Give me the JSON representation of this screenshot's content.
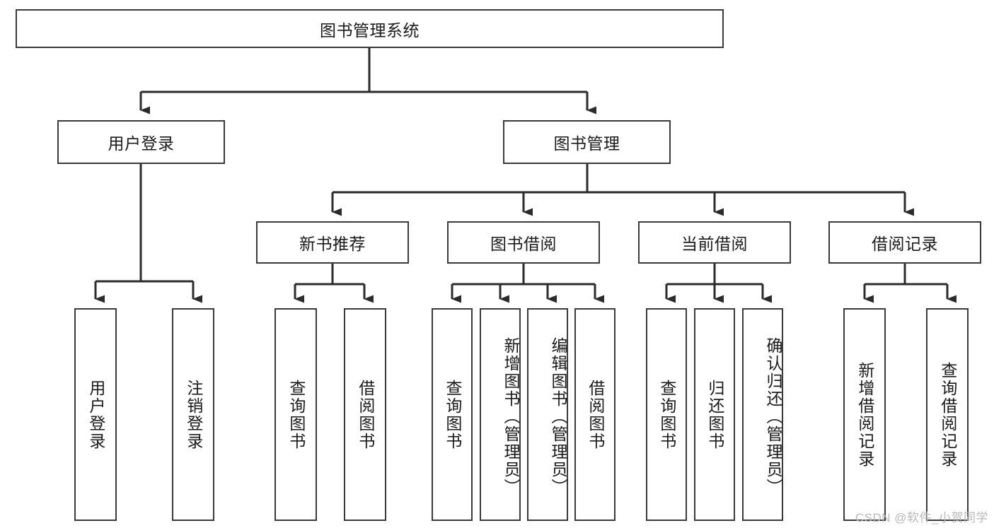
{
  "diagram": {
    "title": "图书管理系统",
    "type": "tree",
    "watermark": "CSDN @软件_小贺同学",
    "colors": {
      "box_border": "#3a3a3a",
      "box_fill": "#ffffff",
      "connector": "#2b2b2b",
      "text": "#1a1a1a",
      "watermark": "#b9b9b9",
      "background": "#ffffff"
    },
    "levels": {
      "root": {
        "label": "图书管理系统"
      },
      "level2": [
        {
          "label": "用户登录"
        },
        {
          "label": "图书管理"
        }
      ],
      "level3": [
        {
          "label": "新书推荐"
        },
        {
          "label": "图书借阅"
        },
        {
          "label": "当前借阅"
        },
        {
          "label": "借阅记录"
        }
      ],
      "leaves": {
        "user_login": [
          {
            "label": "用户登录"
          },
          {
            "label": "注销登录"
          }
        ],
        "new_book": [
          {
            "label": "查询图书"
          },
          {
            "label": "借阅图书"
          }
        ],
        "book_borrow": [
          {
            "label": "查询图书"
          },
          {
            "label": "新增图书（管理员）"
          },
          {
            "label": "编辑图书（管理员）"
          },
          {
            "label": "借阅图书"
          }
        ],
        "current_borrow": [
          {
            "label": "查询图书"
          },
          {
            "label": "归还图书"
          },
          {
            "label": "确认归还（管理员）"
          }
        ],
        "borrow_record": [
          {
            "label": "新增借阅记录"
          },
          {
            "label": "查询借阅记录"
          }
        ]
      }
    }
  }
}
